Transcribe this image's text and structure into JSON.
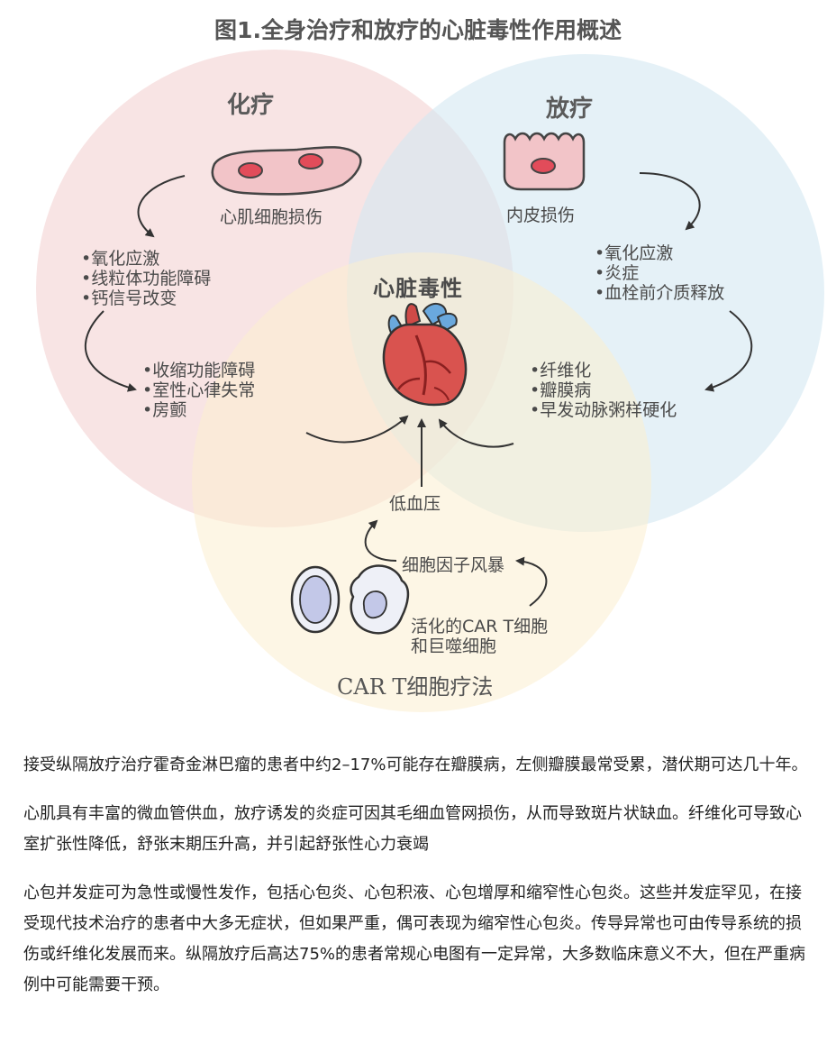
{
  "figure": {
    "title": "图1.全身治疗和放疗的心脏毒性作用概述",
    "chemo": {
      "heading": "化疗",
      "cell_label": "心肌细胞损伤",
      "effects_1": [
        "•氧化应激",
        "•线粒体功能障碍",
        "•钙信号改变"
      ],
      "effects_2": [
        "•收缩功能障碍",
        "•室性心律失常",
        "•房颤"
      ]
    },
    "radio": {
      "heading": "放疗",
      "cell_label": "内皮损伤",
      "effects_1": [
        "•氧化应激",
        "•炎症",
        "•血栓前介质释放"
      ],
      "effects_2": [
        "•纤维化",
        "•瓣膜病",
        "•早发动脉粥样硬化"
      ]
    },
    "center": {
      "heading": "心脏毒性"
    },
    "cart": {
      "heading": "CAR T细胞疗法",
      "hypotension": "低血压",
      "cytokine_storm": "细胞因子风暴",
      "cells_label": [
        "活化的CAR T细胞",
        "和巨噬细胞"
      ]
    },
    "colors": {
      "chemo_circle": "#f6dcdc",
      "radio_circle": "#dcebf3",
      "cart_circle": "#fbf1d8",
      "heart_red": "#d9534f",
      "vessel_blue": "#5aa0d8",
      "cell_pink": "#f2c4c8"
    }
  },
  "paragraphs": [
    "接受纵隔放疗治疗霍奇金淋巴瘤的患者中约2–17%可能存在瓣膜病，左侧瓣膜最常受累，潜伏期可达几十年。",
    "心肌具有丰富的微血管供血，放疗诱发的炎症可因其毛细血管网损伤，从而导致斑片状缺血。纤维化可导致心室扩张性降低，舒张末期压升高，并引起舒张性心力衰竭",
    "心包并发症可为急性或慢性发作，包括心包炎、心包积液、心包增厚和缩窄性心包炎。这些并发症罕见，在接受现代技术治疗的患者中大多无症状，但如果严重，偶可表现为缩窄性心包炎。传导异常也可由传导系统的损伤或纤维化发展而来。纵隔放疗后高达75%的患者常规心电图有一定异常，大多数临床意义不大，但在严重病例中可能需要干预。"
  ]
}
